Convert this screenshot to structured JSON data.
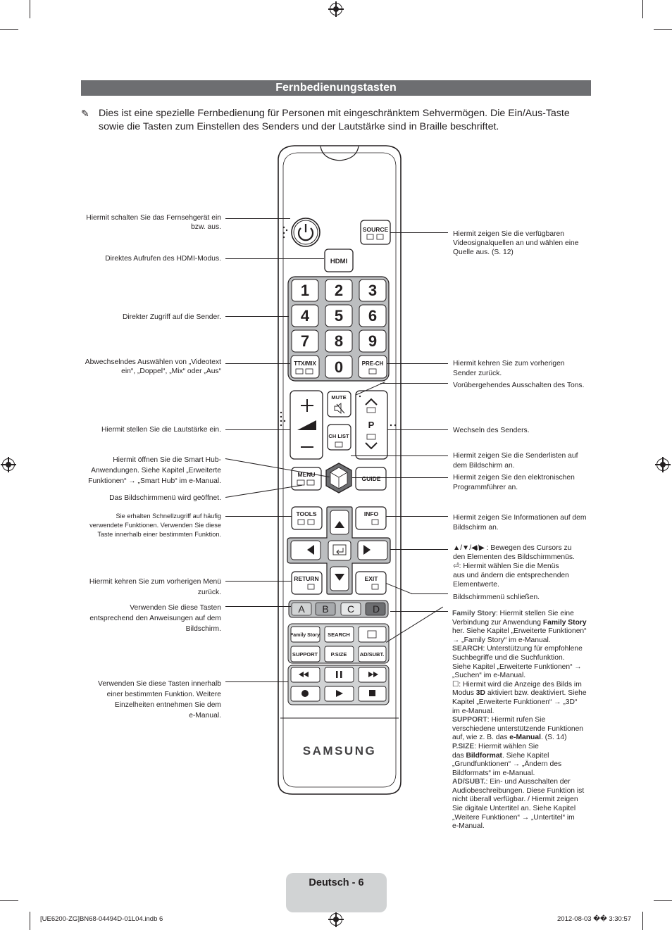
{
  "section_title": "Fernbedienungstasten",
  "intro_text": "Dies ist eine spezielle Fernbedienung für Personen mit eingeschränktem Sehvermögen. Die Ein/Aus-Taste sowie die Tasten zum Einstellen des Senders und der Lautstärke sind in Braille beschriftet.",
  "remote": {
    "source": "SOURCE",
    "hdmi": "HDMI",
    "digits": [
      "1",
      "2",
      "3",
      "4",
      "5",
      "6",
      "7",
      "8",
      "9",
      "0"
    ],
    "ttx": "TTX/MIX",
    "prech": "PRE-CH",
    "mute": "MUTE",
    "chlist": "CH LIST",
    "p": "P",
    "menu": "MENU",
    "guide": "GUIDE",
    "tools": "TOOLS",
    "info": "INFO",
    "return": "RETURN",
    "exit": "EXIT",
    "color_keys": [
      "A",
      "B",
      "C",
      "D"
    ],
    "family_story": "Family Story",
    "search": "SEARCH",
    "support": "SUPPORT",
    "psize": "P.SIZE",
    "adsubt": "AD/SUBT.",
    "brand": "SAMSUNG"
  },
  "left_callouts": {
    "power": [
      "Hiermit schalten Sie das Fernsehgerät ein",
      "bzw. aus."
    ],
    "hdmi": [
      "Direktes Aufrufen des HDMI-Modus."
    ],
    "numbers": [
      "Direkter Zugriff auf die Sender."
    ],
    "ttx": [
      "Abwechselndes Auswählen von „Videotext",
      "ein“, „Doppel“, „Mix“ oder „Aus“"
    ],
    "volume": [
      "Hiermit stellen Sie die Lautstärke ein."
    ],
    "smarthub": [
      "Hiermit öffnen Sie die Smart Hub-",
      "Anwendungen. Siehe Kapitel „Erweiterte",
      "Funktionen“ → „Smart Hub“ im e-Manual."
    ],
    "menu": [
      "Das Bildschirmmenü wird geöffnet."
    ],
    "tools": [
      "Sie erhalten Schnellzugriff auf häufig",
      "verwendete Funktionen. Verwenden Sie diese",
      "Taste innerhalb einer bestimmten Funktion."
    ],
    "return": [
      "Hiermit kehren Sie zum vorherigen Menü",
      "zurück."
    ],
    "colors": [
      "Verwenden Sie diese Tasten",
      "entsprechend den Anweisungen auf dem",
      "Bildschirm."
    ],
    "media": [
      "Verwenden Sie diese Tasten innerhalb",
      "einer bestimmten Funktion. Weitere",
      "Einzelheiten entnehmen Sie dem",
      "e-Manual."
    ]
  },
  "right_callouts": {
    "source": [
      "Hiermit zeigen Sie die verfügbaren",
      "Videosignalquellen an und wählen eine",
      "Quelle aus. (S. 12)"
    ],
    "prech": [
      "Hiermit kehren Sie zum vorherigen",
      "Sender zurück."
    ],
    "mute": [
      "Vorübergehendes Ausschalten des Tons."
    ],
    "channel": [
      "Wechseln des Senders."
    ],
    "chlist": [
      "Hiermit zeigen Sie die Senderlisten auf",
      "dem Bildschirm an."
    ],
    "guide": [
      "Hiermit zeigen Sie den elektronischen",
      "Programmführer an."
    ],
    "info": [
      "Hiermit zeigen Sie Informationen auf dem",
      "Bildschirm an."
    ],
    "cursor": [
      "▲/▼/◀/▶ : Bewegen des Cursors zu",
      "den Elementen des Bildschirmmenüs.",
      "⏎: Hiermit wählen Sie die Menüs",
      "aus und ändern die entsprechenden",
      "Elementwerte."
    ],
    "exit": [
      "Bildschirmmenü schließen."
    ]
  },
  "functions": {
    "family_label": "Family Story",
    "family_text_1": ": Hiermit stellen Sie eine",
    "family_text_2": "Verbindung zur Anwendung",
    "family_text_bold": "Family Story",
    "family_text_3": "her. Siehe Kapitel „Erweiterte Funktionen“",
    "family_text_4": "→ „Family Story“ im e-Manual.",
    "search_label": "SEARCH",
    "search_text": ": Unterstützung für empfohlene",
    "search_lines": [
      "Suchbegriffe und die Suchfunktion.",
      "Siehe Kapitel „Erweiterte Funktionen“ →",
      "„Suchen“ im e-Manual."
    ],
    "threed_text_1": ": Hiermit wird die Anzeige des Bilds im",
    "threed_text_2": "Modus",
    "threed_bold": "3D",
    "threed_text_3": "aktiviert bzw. deaktiviert. Siehe",
    "threed_lines": [
      "Kapitel „Erweiterte Funktionen“ → „3D“",
      "im e-Manual."
    ],
    "support_label": "SUPPORT",
    "support_text": ": Hiermit rufen Sie",
    "support_line2": "verschiedene unterstützende Funktionen",
    "support_line3a": "auf, wie z. B. das",
    "support_bold": "e-Manual",
    "support_line3b": ". (S. 14)",
    "psize_label": "P.SIZE",
    "psize_text": ": Hiermit wählen Sie",
    "psize_line2a": "das",
    "psize_bold": "Bildformat",
    "psize_line2b": ". Siehe Kapitel",
    "psize_lines": [
      "„Grundfunktionen“ →  „Ändern des",
      "Bildformats“ im e-Manual."
    ],
    "adsubt_label": "AD/SUBT.",
    "adsubt_text": ": Ein- und Ausschalten der",
    "adsubt_lines": [
      "Audiobeschreibungen. Diese Funktion ist",
      "nicht überall verfügbar. / Hiermit zeigen",
      "Sie digitale Untertitel an. Siehe Kapitel",
      "„Weitere Funktionen“ → „Untertitel“ im",
      "e-Manual."
    ]
  },
  "page_label": "Deutsch - 6",
  "footer_left": "[UE6200-ZG]BN68-04494D-01L04.indb   6",
  "footer_right": "2012-08-03   �� 3:30:57"
}
